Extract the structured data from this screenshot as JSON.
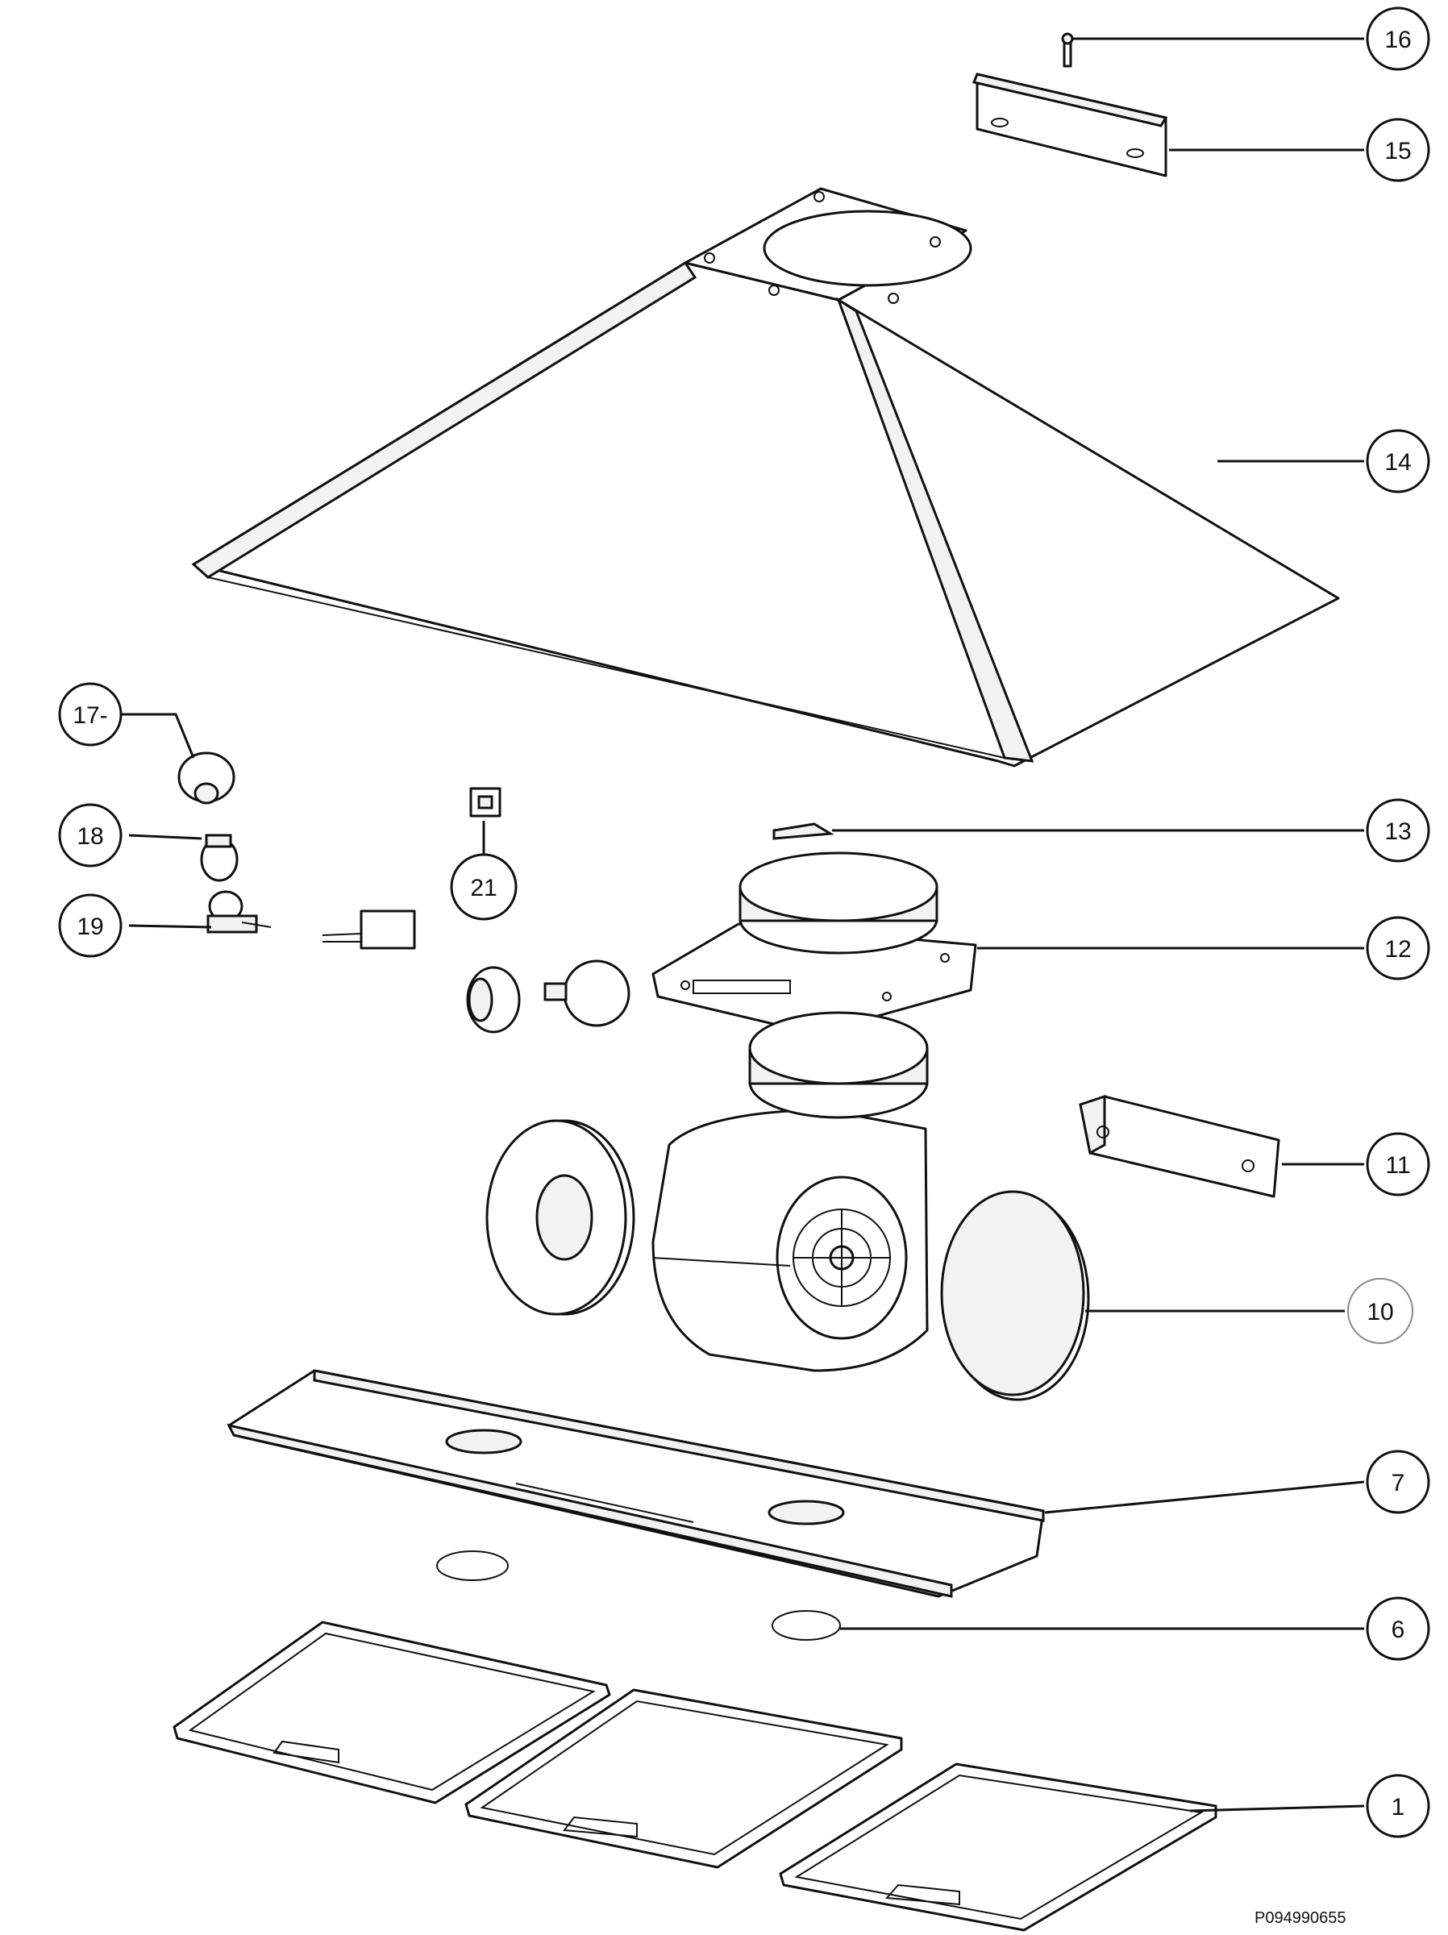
{
  "callouts": [
    {
      "id": "c16",
      "label": "16"
    },
    {
      "id": "c15",
      "label": "15"
    },
    {
      "id": "c14",
      "label": "14"
    },
    {
      "id": "c17",
      "label": "17-"
    },
    {
      "id": "c18",
      "label": "18"
    },
    {
      "id": "c19",
      "label": "19"
    },
    {
      "id": "c21",
      "label": "21"
    },
    {
      "id": "c13",
      "label": "13"
    },
    {
      "id": "c12",
      "label": "12"
    },
    {
      "id": "c11",
      "label": "11"
    },
    {
      "id": "c10",
      "label": "10"
    },
    {
      "id": "c7",
      "label": "7"
    },
    {
      "id": "c6",
      "label": "6"
    },
    {
      "id": "c1",
      "label": "1"
    }
  ],
  "reference_code": "P094990655"
}
